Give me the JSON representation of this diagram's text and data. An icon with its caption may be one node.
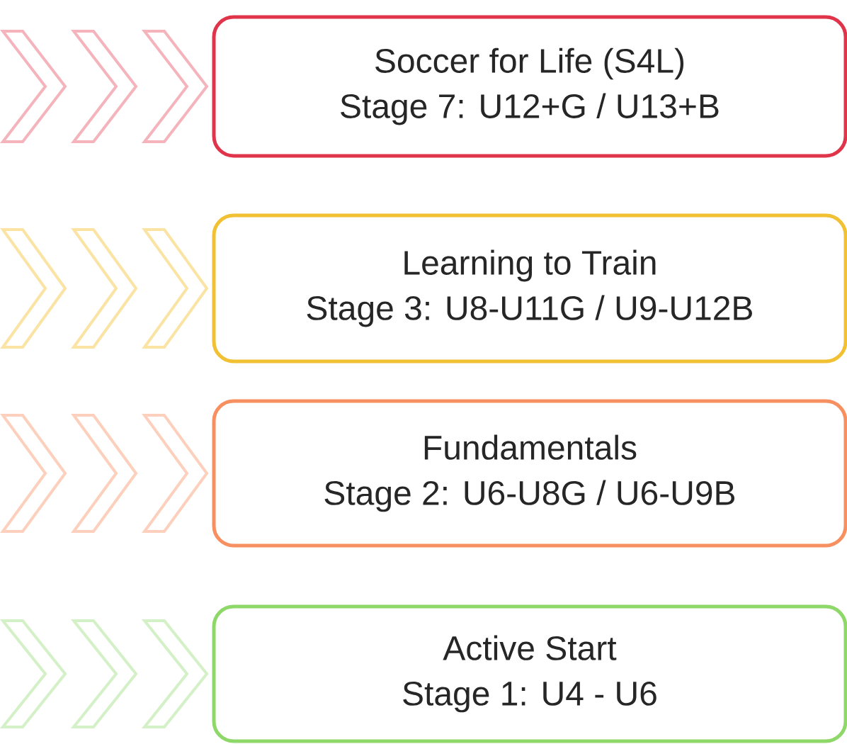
{
  "diagram": {
    "nodes": [
      {
        "text": [
          "Soccer for Life (S4L)",
          "Stage 7: U12+G / U13+B"
        ]
      },
      {
        "text": [
          "Learning to Train",
          "Stage 3: U8-U11G / U9-U12B"
        ]
      },
      {
        "text": [
          "Fundamentals",
          "Stage 2: U6-U8G / U6-U9B"
        ]
      },
      {
        "text": [
          "Active Start",
          "Stage 1: U4 - U6"
        ]
      }
    ]
  }
}
